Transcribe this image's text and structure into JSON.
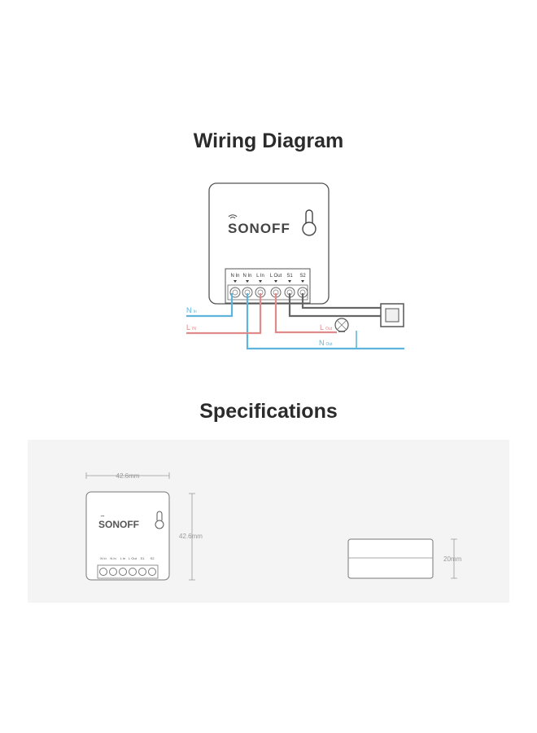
{
  "wiring": {
    "title": "Wiring Diagram",
    "brand": "SONOFF",
    "terminals": [
      "N In",
      "N In",
      "L In",
      "L Out",
      "S1",
      "S2"
    ],
    "wires": {
      "n_in": {
        "main": "N",
        "sub": "In",
        "color": "#5db5dc"
      },
      "l_in": {
        "main": "L",
        "sub": "IN",
        "color": "#e08a8a"
      },
      "l_out": {
        "main": "L",
        "sub": "Out"
      },
      "n_out": {
        "main": "N",
        "sub": "Out"
      }
    },
    "switch_wire_color": "#666666"
  },
  "specs": {
    "title": "Specifications",
    "width_label": "42.6mm",
    "height_label": "42.6mm",
    "depth_label": "20mm",
    "brand": "SONOFF",
    "terminals": [
      "N In",
      "N In",
      "L In",
      "L Out",
      "S1",
      "S2"
    ]
  },
  "colors": {
    "blue_wire": "#5db5dc",
    "red_wire": "#e08a8a",
    "spec_background": "#f4f4f4"
  }
}
